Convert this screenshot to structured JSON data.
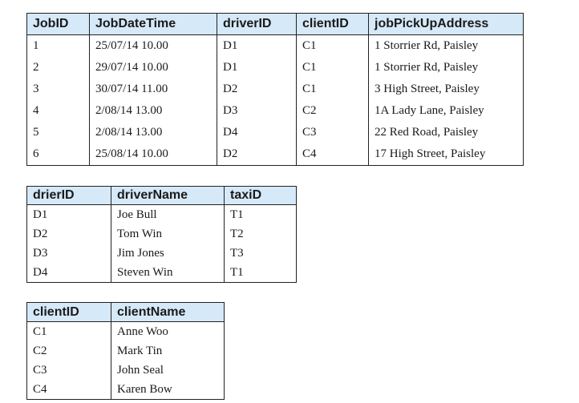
{
  "jobs": {
    "headers": [
      "JobID",
      "JobDateTime",
      "driverID",
      "clientID",
      "jobPickUpAddress"
    ],
    "rows": [
      [
        "1",
        "25/07/14 10.00",
        "D1",
        "C1",
        "1 Storrier Rd, Paisley"
      ],
      [
        "2",
        "29/07/14 10.00",
        "D1",
        "C1",
        "1 Storrier Rd, Paisley"
      ],
      [
        "3",
        "30/07/14 11.00",
        "D2",
        "C1",
        "3 High Street, Paisley"
      ],
      [
        "4",
        "2/08/14 13.00",
        "D3",
        "C2",
        "1A Lady Lane, Paisley"
      ],
      [
        "5",
        "2/08/14 13.00",
        "D4",
        "C3",
        "22 Red Road, Paisley"
      ],
      [
        "6",
        "25/08/14 10.00",
        "D2",
        "C4",
        "17 High Street, Paisley"
      ]
    ]
  },
  "drivers": {
    "headers": [
      "drierID",
      "driverName",
      "taxiD"
    ],
    "rows": [
      [
        "D1",
        "Joe Bull",
        "T1"
      ],
      [
        "D2",
        "Tom Win",
        "T2"
      ],
      [
        "D3",
        "Jim Jones",
        "T3"
      ],
      [
        "D4",
        "Steven Win",
        "T1"
      ]
    ]
  },
  "clients": {
    "headers": [
      "clientID",
      "clientName"
    ],
    "rows": [
      [
        "C1",
        "Anne Woo"
      ],
      [
        "C2",
        "Mark Tin"
      ],
      [
        "C3",
        "John Seal"
      ],
      [
        "C4",
        "Karen Bow"
      ]
    ]
  }
}
